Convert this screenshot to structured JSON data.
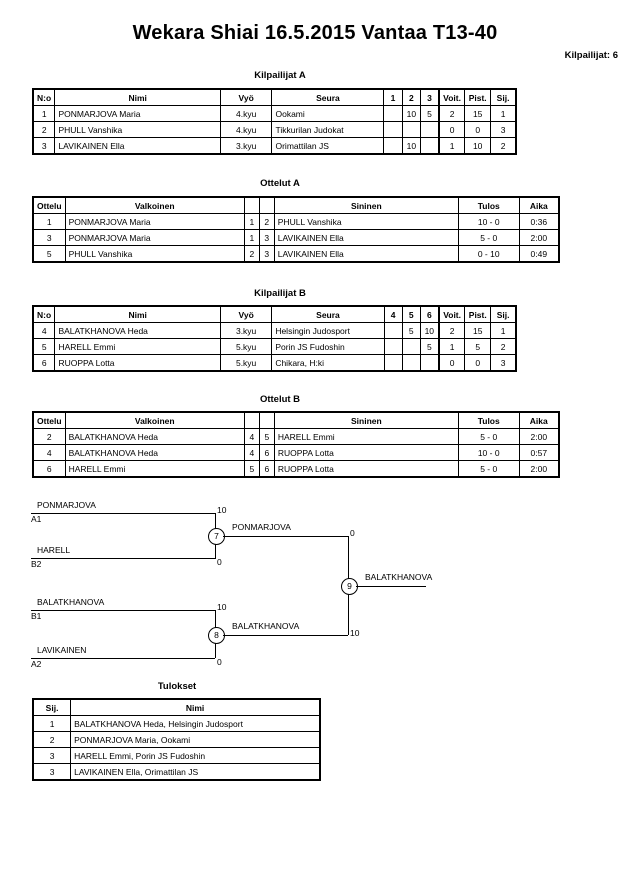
{
  "header": {
    "title": "Wekara Shiai  16.5.2015  Vantaa   T13-40",
    "entrants": "Kilpailijat: 6"
  },
  "pool_a": {
    "caption": "Kilpailijat A",
    "columns": [
      "N:o",
      "Nimi",
      "Vyö",
      "Seura",
      "1",
      "2",
      "3",
      "Voit.",
      "Pist.",
      "Sij."
    ],
    "rows": [
      {
        "no": "1",
        "name": "PONMARJOVA Maria",
        "belt": "4.kyu",
        "club": "Ookami",
        "m1": "",
        "m2": "10",
        "m3": "5",
        "wins": "2",
        "points": "15",
        "place": "1"
      },
      {
        "no": "2",
        "name": "PHULL Vanshika",
        "belt": "4.kyu",
        "club": "Tikkurilan Judokat",
        "m1": "",
        "m2": "",
        "m3": "",
        "wins": "0",
        "points": "0",
        "place": "3"
      },
      {
        "no": "3",
        "name": "LAVIKAINEN Ella",
        "belt": "3.kyu",
        "club": "Orimattilan JS",
        "m1": "",
        "m2": "10",
        "m3": "",
        "wins": "1",
        "points": "10",
        "place": "2"
      }
    ]
  },
  "matches_a": {
    "caption": "Ottelut A",
    "columns": [
      "Ottelu",
      "Valkoinen",
      "",
      "",
      "Sininen",
      "Tulos",
      "Aika"
    ],
    "rows": [
      {
        "no": "1",
        "white": "PONMARJOVA Maria",
        "wn": "1",
        "bn": "2",
        "blue": "PHULL Vanshika",
        "result": "10 - 0",
        "time": "0:36"
      },
      {
        "no": "3",
        "white": "PONMARJOVA Maria",
        "wn": "1",
        "bn": "3",
        "blue": "LAVIKAINEN Ella",
        "result": "5 - 0",
        "time": "2:00"
      },
      {
        "no": "5",
        "white": "PHULL Vanshika",
        "wn": "2",
        "bn": "3",
        "blue": "LAVIKAINEN Ella",
        "result": "0 - 10",
        "time": "0:49"
      }
    ]
  },
  "pool_b": {
    "caption": "Kilpailijat B",
    "columns": [
      "N:o",
      "Nimi",
      "Vyö",
      "Seura",
      "4",
      "5",
      "6",
      "Voit.",
      "Pist.",
      "Sij."
    ],
    "rows": [
      {
        "no": "4",
        "name": "BALATKHANOVA Heda",
        "belt": "3.kyu",
        "club": "Helsingin Judosport",
        "m1": "",
        "m2": "5",
        "m3": "10",
        "wins": "2",
        "points": "15",
        "place": "1"
      },
      {
        "no": "5",
        "name": "HARELL Emmi",
        "belt": "5.kyu",
        "club": "Porin JS Fudoshin",
        "m1": "",
        "m2": "",
        "m3": "5",
        "wins": "1",
        "points": "5",
        "place": "2"
      },
      {
        "no": "6",
        "name": "RUOPPA Lotta",
        "belt": "5.kyu",
        "club": "Chikara, H:ki",
        "m1": "",
        "m2": "",
        "m3": "",
        "wins": "0",
        "points": "0",
        "place": "3"
      }
    ]
  },
  "matches_b": {
    "caption": "Ottelut B",
    "columns": [
      "Ottelu",
      "Valkoinen",
      "",
      "",
      "Sininen",
      "Tulos",
      "Aika"
    ],
    "rows": [
      {
        "no": "2",
        "white": "BALATKHANOVA Heda",
        "wn": "4",
        "bn": "5",
        "blue": "HARELL Emmi",
        "result": "5 - 0",
        "time": "2:00"
      },
      {
        "no": "4",
        "white": "BALATKHANOVA Heda",
        "wn": "4",
        "bn": "6",
        "blue": "RUOPPA Lotta",
        "result": "10 - 0",
        "time": "0:57"
      },
      {
        "no": "6",
        "white": "HARELL Emmi",
        "wn": "5",
        "bn": "6",
        "blue": "RUOPPA Lotta",
        "result": "5 - 0",
        "time": "2:00"
      }
    ]
  },
  "bracket": {
    "semifinal_top": {
      "node": "7",
      "upper": {
        "name": "PONMARJOVA",
        "seed": "A1",
        "score": "10"
      },
      "lower": {
        "name": "HARELL",
        "seed": "B2",
        "score": "0"
      },
      "winner": "PONMARJOVA"
    },
    "semifinal_bottom": {
      "node": "8",
      "upper": {
        "name": "BALATKHANOVA",
        "seed": "B1",
        "score": "10"
      },
      "lower": {
        "name": "LAVIKAINEN",
        "seed": "A2",
        "score": "0"
      },
      "winner": "BALATKHANOVA"
    },
    "final": {
      "node": "9",
      "upper_score": "0",
      "lower_score": "10",
      "winner": "BALATKHANOVA"
    }
  },
  "results": {
    "caption": "Tulokset",
    "columns": [
      "Sij.",
      "Nimi"
    ],
    "rows": [
      {
        "place": "1",
        "name": "BALATKHANOVA Heda, Helsingin Judosport"
      },
      {
        "place": "2",
        "name": "PONMARJOVA Maria, Ookami"
      },
      {
        "place": "3",
        "name": "HARELL Emmi, Porin JS Fudoshin"
      },
      {
        "place": "3",
        "name": "LAVIKAINEN Ella, Orimattilan JS"
      }
    ]
  }
}
